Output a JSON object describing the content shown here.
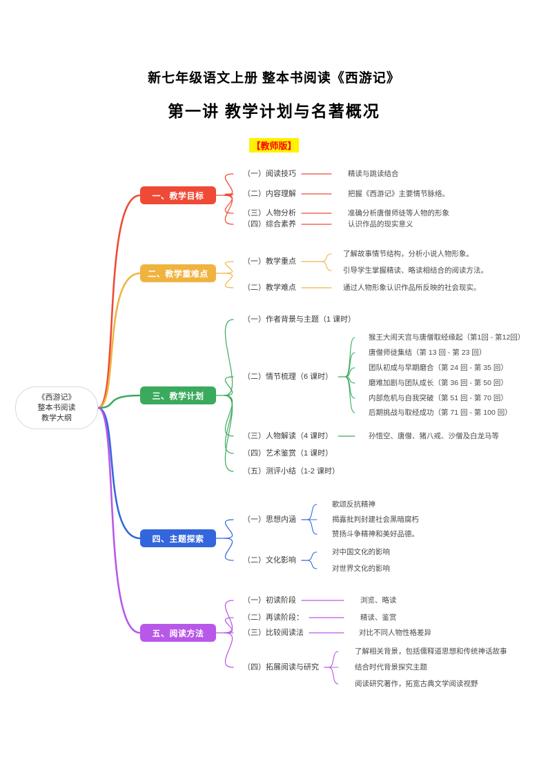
{
  "header": {
    "title": "新七年级语文上册 整本书阅读《西游记》",
    "subtitle": "第一讲 教学计划与名著概况",
    "badge": "【教师版】",
    "badge_bg": "#FFF200",
    "badge_color": "#FF0000"
  },
  "root": {
    "line1": "《西游记》",
    "line2": "整本书阅读",
    "line3": "教学大纲"
  },
  "colors": {
    "branch1": "#EE4A36",
    "branch2": "#EFB340",
    "branch3": "#3AAA5D",
    "branch4": "#3366DD",
    "branch5": "#B858E8"
  },
  "branches": [
    {
      "label": "一、教学目标",
      "color": "#EE4A36",
      "children": [
        {
          "label": "（一）阅读技巧",
          "leaves": [
            "精读与跳读结合"
          ]
        },
        {
          "label": "（二）内容理解",
          "leaves": [
            "把握《西游记》主要情节脉络。"
          ]
        },
        {
          "label": "（三）人物分析",
          "leaves": [
            "准确分析唐僧师徒等人物的形象"
          ]
        },
        {
          "label": "（四）综合素养",
          "leaves": [
            "认识作品的现实意义"
          ]
        }
      ]
    },
    {
      "label": "二、教学重难点",
      "color": "#EFB340",
      "children": [
        {
          "label": "（一）教学重点",
          "leaves": [
            "了解故事情节结构，分析小说人物形象。",
            "引导学生掌握精读、略读相结合的阅读方法。"
          ]
        },
        {
          "label": "（二）教学难点",
          "leaves": [
            "通过人物形象认识作品所反映的社会现实。"
          ]
        }
      ]
    },
    {
      "label": "三、教学计划",
      "color": "#3AAA5D",
      "children": [
        {
          "label": "（一）作者背景与主题（1 课时）",
          "leaves": []
        },
        {
          "label": "（二）情节梳理（6 课时）",
          "leaves": [
            "猴王大闹天宫与唐僧取经缘起（第1回 - 第12回）",
            "唐僧师徒集结（第 13 回 - 第 23 回）",
            "团队初成与早期磨合（第 24 回 - 第 35 回）",
            "磨难加剧与团队成长（第 36 回 - 第 50 回）",
            "内部危机与自我突破（第 51 回 - 第 70 回）",
            "后期挑战与取经成功（第 71 回 - 第 100 回）"
          ]
        },
        {
          "label": "（三）人物解读（4 课时）",
          "leaves": [
            "孙悟空、唐僧、猪八戒、沙僧及白龙马等"
          ]
        },
        {
          "label": "（四）艺术鉴赏（1 课时）",
          "leaves": []
        },
        {
          "label": "（五）测评小结（1-2 课时）",
          "leaves": []
        }
      ]
    },
    {
      "label": "四、主题探索",
      "color": "#3366DD",
      "children": [
        {
          "label": "（一）思想内涵",
          "leaves": [
            "歌颂反抗精神",
            "揭露批判封建社会黑暗腐朽",
            "赞扬斗争精神和美好品德。"
          ]
        },
        {
          "label": "（二）文化影响",
          "leaves": [
            "对中国文化的影响",
            "对世界文化的影响"
          ]
        }
      ]
    },
    {
      "label": "五、阅读方法",
      "color": "#B858E8",
      "children": [
        {
          "label": "（一）初读阶段",
          "leaves": [
            "浏览、略读"
          ]
        },
        {
          "label": "（二）再读阶段：",
          "leaves": [
            "精读、鉴赏"
          ]
        },
        {
          "label": "（三）比较阅读法",
          "leaves": [
            "对比不同人物性格差异"
          ]
        },
        {
          "label": "（四）拓展阅读与研究",
          "leaves": [
            "了解相关背景，包括儒释道思想和传统神话故事",
            "结合时代背景探究主题",
            "阅读研究著作，拓宽古典文学阅读视野"
          ]
        }
      ]
    }
  ]
}
